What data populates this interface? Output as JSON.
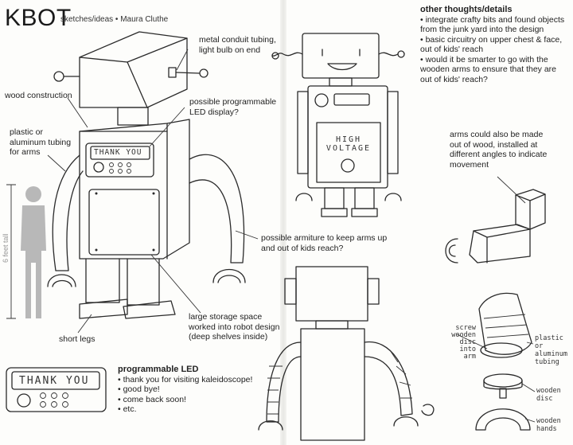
{
  "header": {
    "title": "KBOT",
    "subtitle": "sketches/ideas  •  Maura Cluthe"
  },
  "annotations": {
    "metal_conduit": [
      "metal conduit tubing,",
      "light bulb on end"
    ],
    "wood_construction": "wood construction",
    "programmable_display": [
      "possible programmable",
      "LED display?"
    ],
    "arm_tubing": [
      "plastic or",
      "aluminum tubing",
      "for arms"
    ],
    "height": "6 feet tall",
    "armiture": [
      "possible armiture to keep arms up",
      "and out of kids reach?"
    ],
    "storage": [
      "large storage space",
      "worked into robot design",
      "(deep shelves inside)"
    ],
    "short_legs": "short legs",
    "wooden_arms": [
      "arms could also be made",
      "out of wood, installed at",
      "different angles to indicate",
      "movement"
    ]
  },
  "led_panel": {
    "display_text": "THANK YOU",
    "heading": "programmable LED",
    "messages": [
      "thank you for visiting kaleidoscope!",
      "good bye!",
      "come back soon!",
      "etc."
    ]
  },
  "other_thoughts": {
    "heading": "other thoughts/details",
    "items": [
      "integrate crafty bits and found objects from the junk yard into the design",
      "basic circuitry on upper chest  & face, out of kids' reach",
      "would it be smarter to go with the wooden arms to ensure that they are out of kids' reach?"
    ]
  },
  "front_robot_panel": [
    "HIGH",
    "VOLTAGE"
  ],
  "detail_labels": {
    "screw": [
      "screw",
      "wooden",
      "disc",
      "into",
      "arm"
    ],
    "tubing": [
      "plastic",
      "or",
      "aluminum",
      "tubing"
    ],
    "disc": [
      "wooden",
      "disc"
    ],
    "hands": [
      "wooden",
      "hands"
    ]
  }
}
